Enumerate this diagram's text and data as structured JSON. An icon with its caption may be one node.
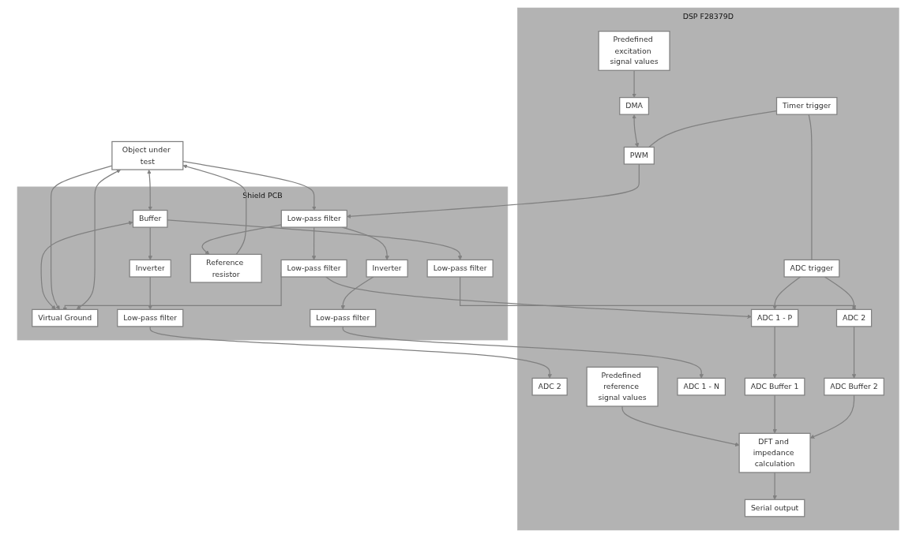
{
  "diagram": {
    "nodes": [
      {
        "text": [
          "DSP F28379D"
        ]
      },
      {
        "text": [
          "Predefined excitation signal values"
        ],
        "in": 0
      },
      {
        "text": [
          "DMA"
        ],
        "in": 0
      },
      {
        "text": [
          "Predefined reference signal values"
        ],
        "in": 0
      },
      {
        "text": [
          "PWM"
        ],
        "in": 0
      },
      {
        "text": [
          "Timer trigger"
        ],
        "in": 0
      },
      {
        "text": [
          "DFT and impedance calculation"
        ],
        "in": 0
      },
      {
        "text": [
          "ADC trigger"
        ],
        "in": 0
      },
      {
        "text": [
          "Serial output"
        ],
        "in": 0
      },
      {
        "text": [
          "ADC 1 - P"
        ],
        "in": 0
      },
      {
        "text": [
          "ADC Buffer 1"
        ],
        "in": 0
      },
      {
        "text": [
          "ADC 1 - N"
        ],
        "in": 0
      },
      {
        "text": [
          "ADC Buffer 2"
        ],
        "in": 0
      },
      {
        "text": [
          "ADC 2"
        ],
        "in": 0
      },
      {
        "text": [
          "ADC 2"
        ],
        "in": 0
      },
      {
        "text": [
          "Shield PCB"
        ]
      },
      {
        "text": [
          "Low-pass filter"
        ],
        "in": 15
      },
      {
        "text": [
          "Reference resistor"
        ],
        "in": 15
      },
      {
        "text": [
          "Inverter"
        ],
        "in": 15
      },
      {
        "text": [
          "Low-pass filter"
        ],
        "in": 15
      },
      {
        "text": [
          "Low-pass filter"
        ],
        "in": 15
      },
      {
        "text": [
          "Low-pass filter"
        ],
        "in": 15
      },
      {
        "text": [
          "Inverter"
        ],
        "in": 15
      },
      {
        "text": [
          "Low-pass filter"
        ],
        "in": 15
      },
      {
        "text": [
          "Buffer"
        ],
        "in": 15
      },
      {
        "text": [
          "Virtual Ground"
        ],
        "in": 15
      },
      {
        "text": [
          "Object under test"
        ]
      }
    ],
    "edges": [
      {
        "from": 1,
        "to": 2,
        "arrow": "to"
      },
      {
        "from": 2,
        "to": 4,
        "arrow": "both"
      },
      {
        "from": 3,
        "to": 6,
        "arrow": "to"
      },
      {
        "from": 4,
        "to": 16,
        "arrow": "to"
      },
      {
        "from": 5,
        "to": 4,
        "arrow": "none"
      },
      {
        "from": 5,
        "to": 7,
        "arrow": "none"
      },
      {
        "from": 7,
        "to": 9,
        "arrow": "to"
      },
      {
        "from": 7,
        "to": 13,
        "arrow": "to"
      },
      {
        "from": 6,
        "to": 8,
        "arrow": "to"
      },
      {
        "from": 9,
        "to": 10,
        "arrow": "to"
      },
      {
        "from": 10,
        "to": 6,
        "arrow": "to"
      },
      {
        "from": 12,
        "to": 6,
        "arrow": "to"
      },
      {
        "from": 13,
        "to": 12,
        "arrow": "to"
      },
      {
        "from": 16,
        "to": 17,
        "arrow": "to"
      },
      {
        "from": 16,
        "to": 18,
        "arrow": "to"
      },
      {
        "from": 16,
        "to": 19,
        "arrow": "to"
      },
      {
        "from": 18,
        "to": 20,
        "arrow": "to"
      },
      {
        "from": 19,
        "to": 9,
        "arrow": "to"
      },
      {
        "from": 20,
        "to": 11,
        "arrow": "to"
      },
      {
        "from": 21,
        "to": 13,
        "arrow": "to"
      },
      {
        "from": 23,
        "to": 14,
        "arrow": "to"
      },
      {
        "from": 22,
        "to": 23,
        "arrow": "to"
      },
      {
        "from": 24,
        "to": 21,
        "arrow": "to"
      },
      {
        "from": 24,
        "to": 22,
        "arrow": "to"
      },
      {
        "from": 24,
        "to": 25,
        "arrow": "both"
      },
      {
        "from": 25,
        "to": 26,
        "arrow": "both"
      },
      {
        "from": 17,
        "to": 26,
        "arrow": "to"
      },
      {
        "from": 26,
        "to": 16,
        "arrow": "to"
      },
      {
        "from": 26,
        "to": 25,
        "arrow": "to"
      },
      {
        "from": 19,
        "to": 25,
        "arrow": "to"
      },
      {
        "from": 26,
        "to": 24,
        "arrow": "both"
      }
    ]
  }
}
